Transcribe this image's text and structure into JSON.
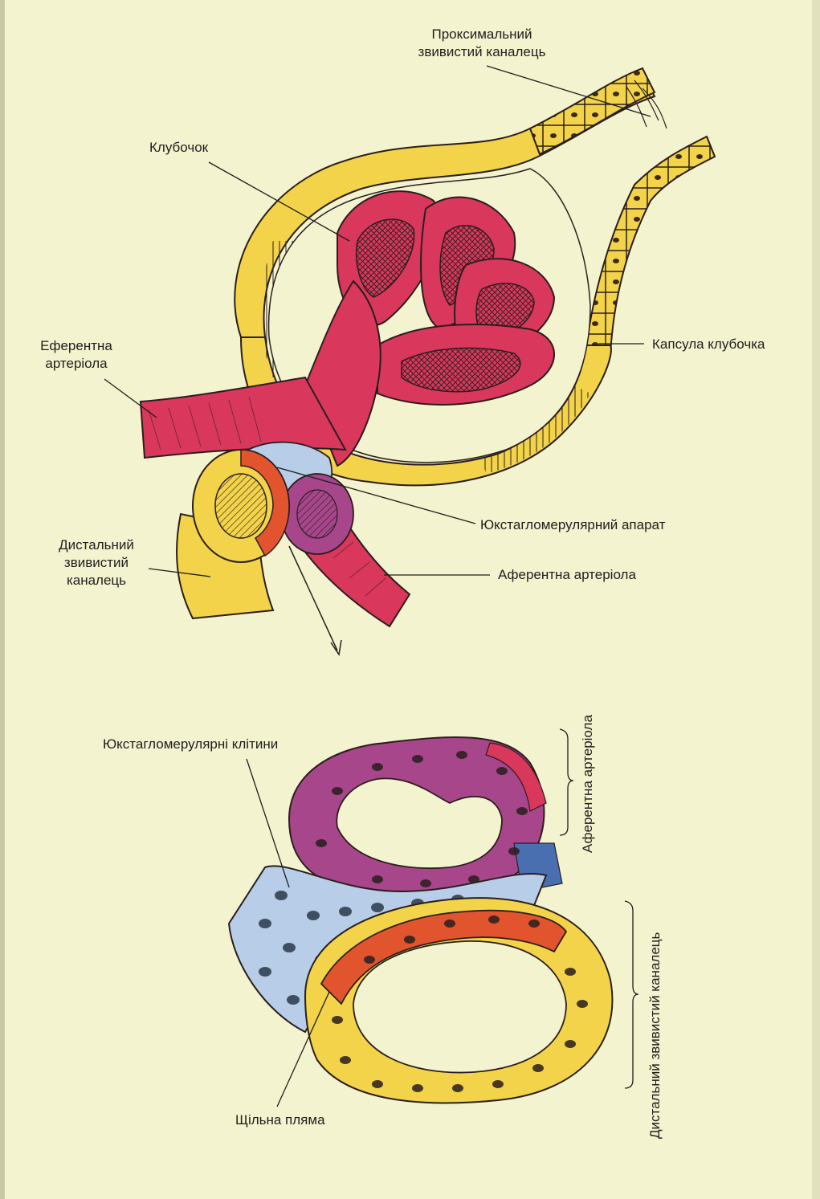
{
  "labels": {
    "proximal_line1": "Проксимальний",
    "proximal_line2": "звивистий каналець",
    "glomerulus": "Клубочок",
    "efferent_line1": "Еферентна",
    "efferent_line2": "артеріола",
    "capsule": "Капсула клубочка",
    "juxtaglomerular_apparatus": "Юкстагломерулярний апарат",
    "distal_line1": "Дистальний",
    "distal_line2": "звивистий",
    "distal_line3": "каналець",
    "afferent": "Аферентна артеріола",
    "juxtaglomerular_cells": "Юкстагломерулярні клітини",
    "afferent_vertical": "Аферентна артеріола",
    "distal_vertical": "Дистальний звивистий каналець",
    "macula_densa": "Щільна пляма"
  },
  "colors": {
    "background": "#f4f3cf",
    "arteriole_red": "#d9375c",
    "tubule_yellow": "#f2d34a",
    "purple_cells": "#a8468c",
    "blue_cells": "#b8cde8",
    "orange_cells": "#e2542e",
    "outline": "#2a1e1e"
  }
}
